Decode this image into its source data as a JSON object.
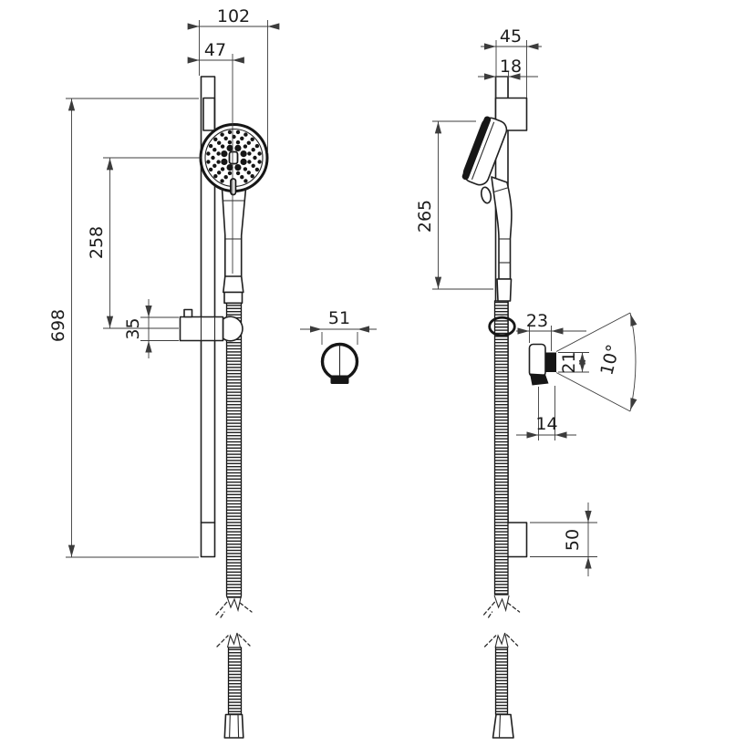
{
  "drawing": {
    "dims": {
      "head_width": "102",
      "head_center_offset": "47",
      "rail_length": "698",
      "head_to_holder": "258",
      "holder_height": "35",
      "ring_diameter": "51",
      "bracket_depth": "45",
      "rail_depth": "18",
      "handset_length": "265",
      "holder_depth": "23",
      "holder_block_height": "21",
      "holder_angle": "10°",
      "holder_base_depth": "14",
      "bottom_bracket_height": "50"
    }
  }
}
